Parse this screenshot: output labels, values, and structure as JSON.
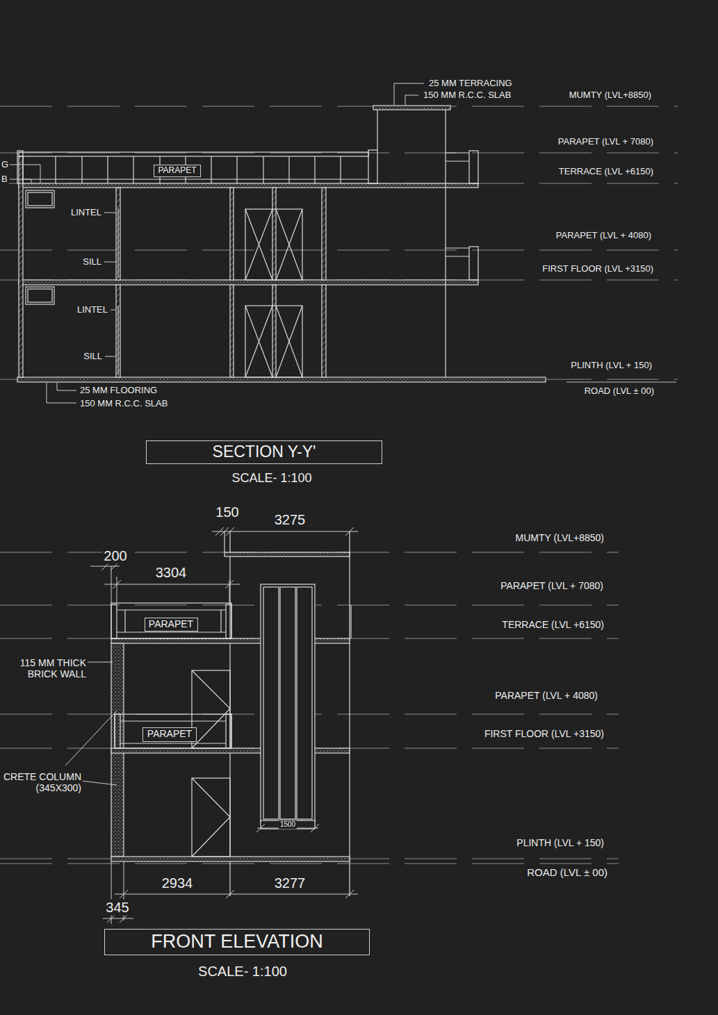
{
  "diagram": {
    "nodes": [
      {
        "text": [
          "PARAPET"
        ]
      },
      {
        "text": [
          "SECTION Y-Y'"
        ]
      },
      {
        "text": [
          "PARAPET"
        ]
      },
      {
        "text": [
          "PARAPET"
        ]
      },
      {
        "text": [
          "FRONT ELEVATION"
        ]
      }
    ],
    "labels": [
      "25 MM TERRACING",
      "150 MM R.C.C. SLAB",
      "MUMTY (LVL+8850)",
      "PARAPET (LVL + 7080)",
      "G",
      "B",
      "TERRACE (LVL +6150)",
      "LINTEL",
      "PARAPET (LVL + 4080)",
      "SILL",
      "FIRST FLOOR (LVL +3150)",
      "LINTEL",
      "SILL",
      "PLINTH (LVL + 150)",
      "25 MM FLOORING",
      "ROAD (LVL ± 00)",
      "150 MM R.C.C. SLAB",
      "SCALE- 1:100",
      "150",
      "3275",
      "MUMTY (LVL+8850)",
      "200",
      "3304",
      "PARAPET (LVL + 7080)",
      "TERRACE (LVL +6150)",
      "115 MM THICK BRICK WALL",
      "PARAPET (LVL + 4080)",
      "FIRST FLOOR (LVL +3150)",
      "CRETE COLUMN (345X300)",
      "1500",
      "PLINTH (LVL + 150)",
      "ROAD (LVL ± 00)",
      "2934",
      "3277",
      "345",
      "SCALE- 1:100"
    ]
  }
}
